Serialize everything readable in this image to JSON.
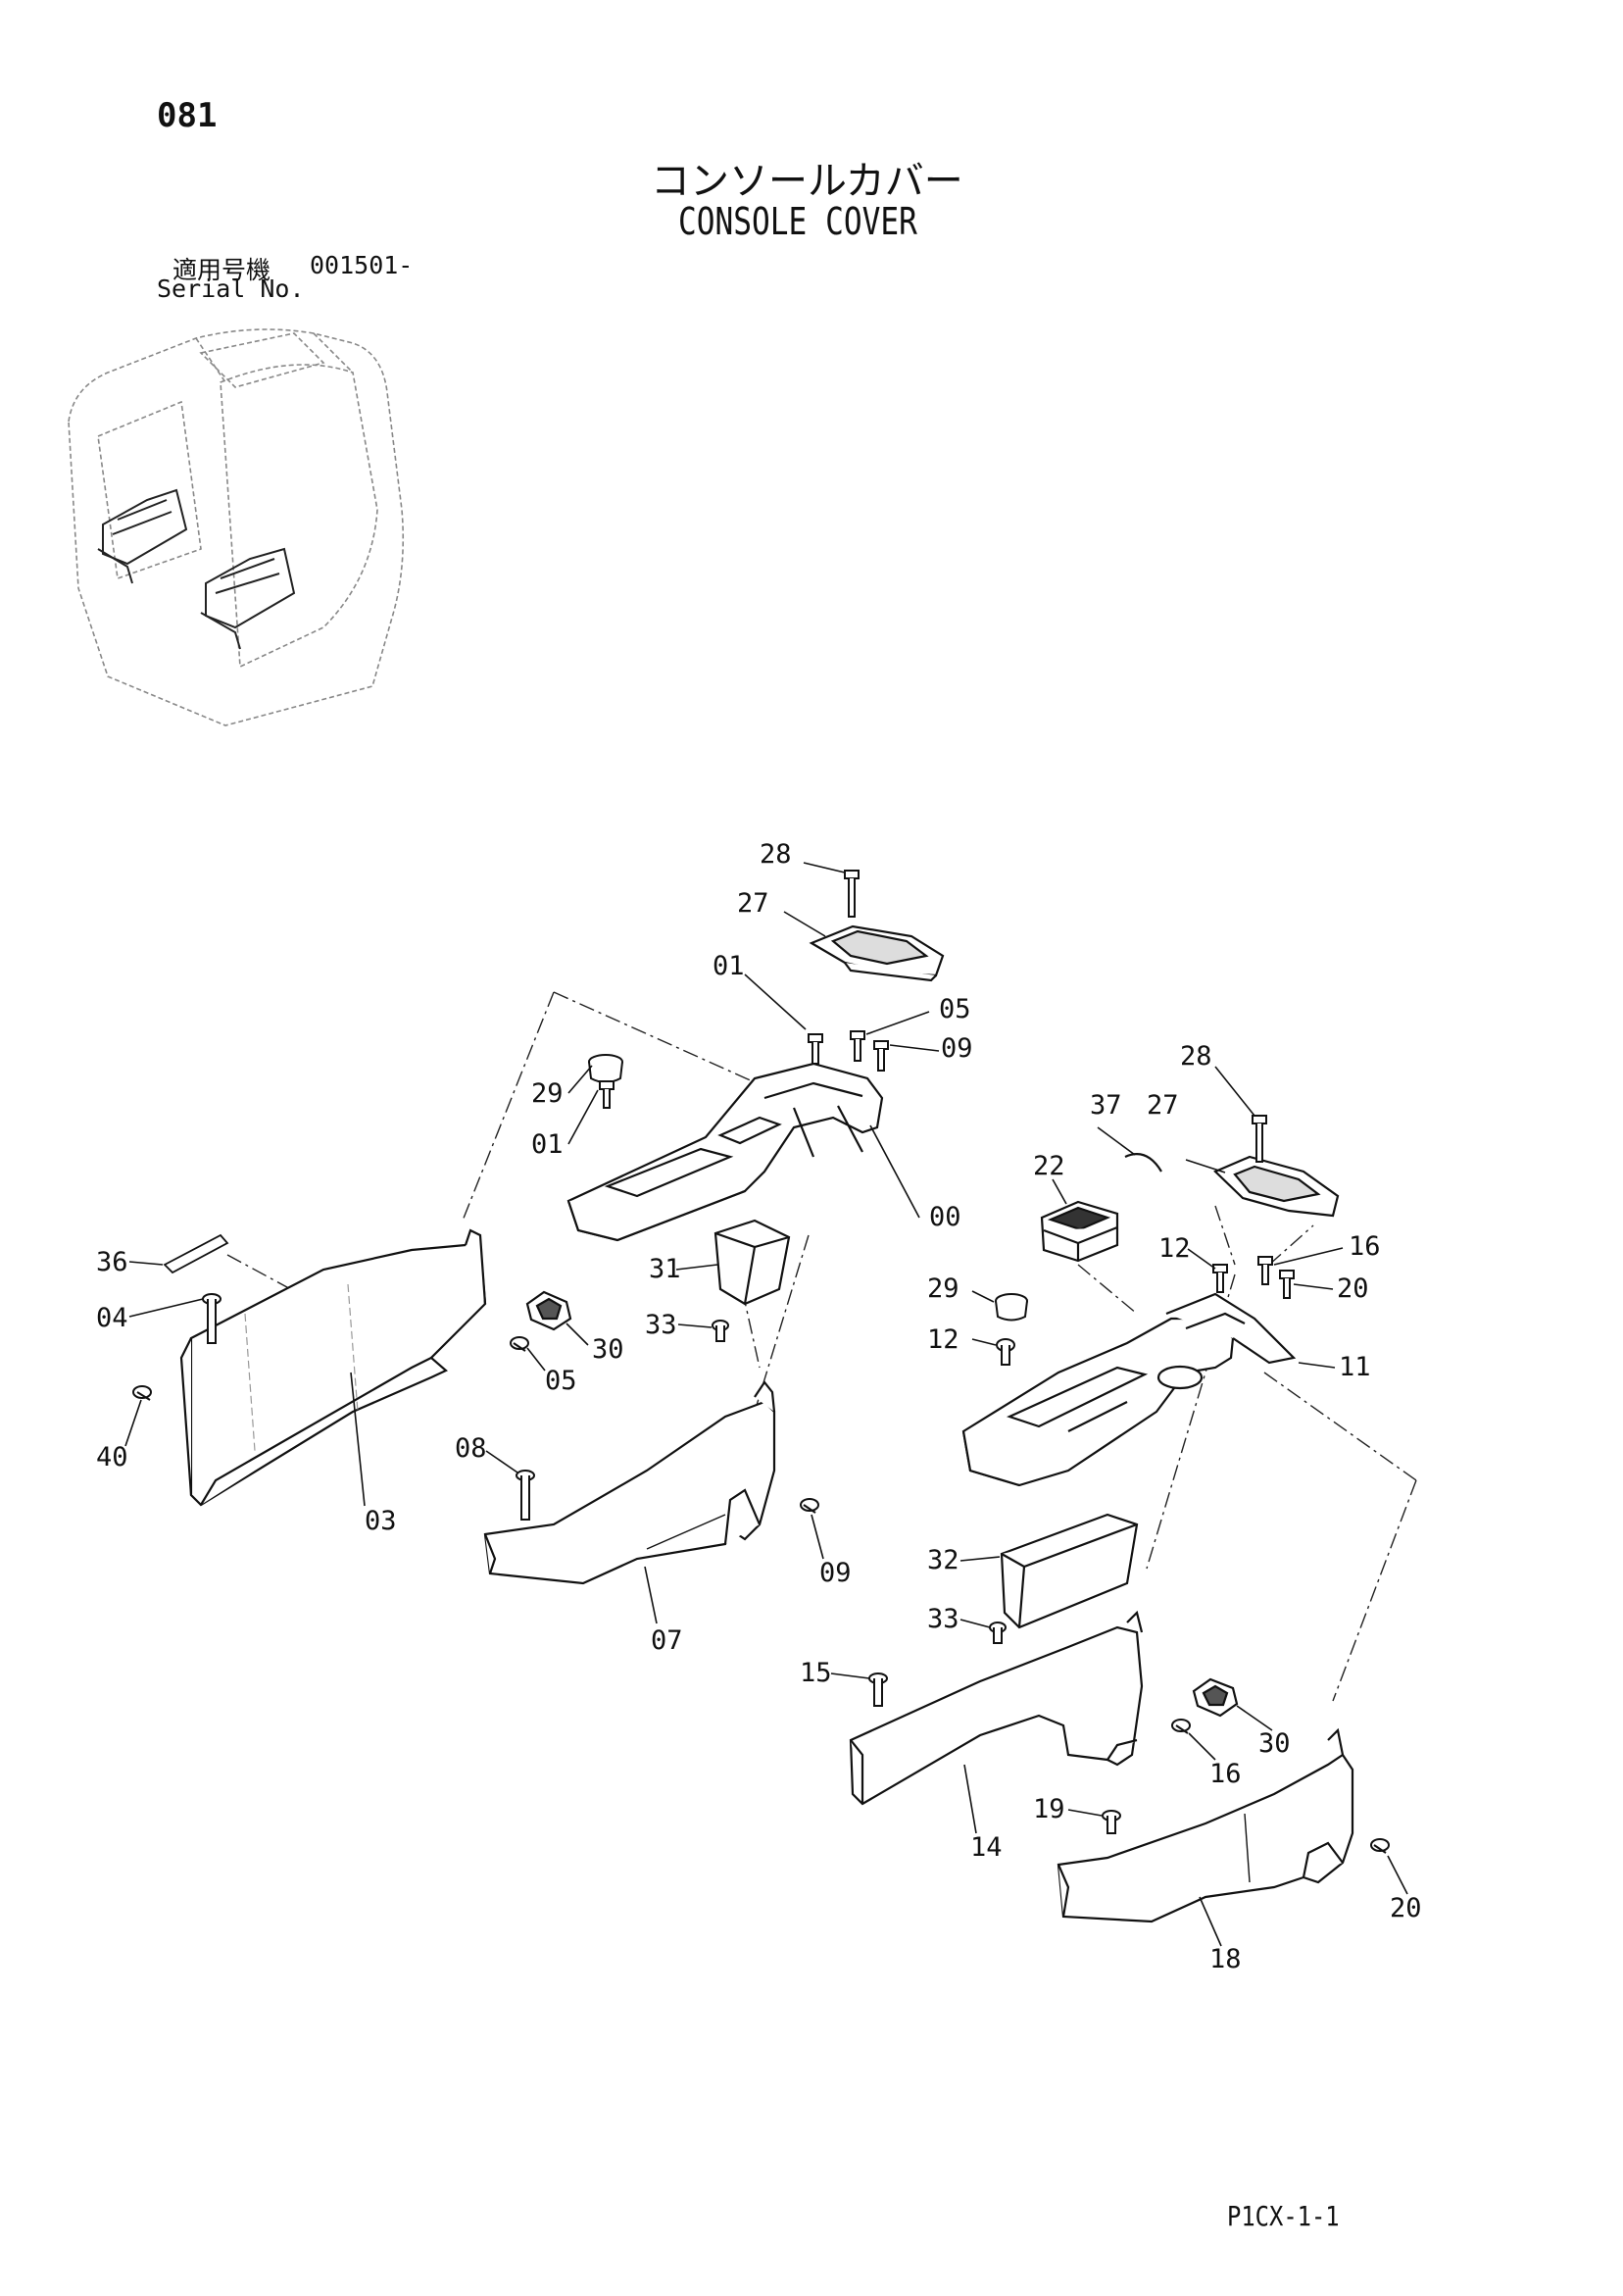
{
  "header": {
    "page_number": "081",
    "title_jp": "コンソールカバー",
    "title_en": "CONSOLE COVER",
    "serial_label_jp": "適用号機",
    "serial_number": "001501-",
    "serial_label_en": "Serial No."
  },
  "footer": {
    "page_code": "P1CX-1-1"
  },
  "callouts": [
    {
      "id": "c28a",
      "text": "28"
    },
    {
      "id": "c27a",
      "text": "27"
    },
    {
      "id": "c01a",
      "text": "01"
    },
    {
      "id": "c05a",
      "text": "05"
    },
    {
      "id": "c09a",
      "text": "09"
    },
    {
      "id": "c29a",
      "text": "29"
    },
    {
      "id": "c01b",
      "text": "01"
    },
    {
      "id": "c00",
      "text": "00"
    },
    {
      "id": "c31",
      "text": "31"
    },
    {
      "id": "c33a",
      "text": "33"
    },
    {
      "id": "c36",
      "text": "36"
    },
    {
      "id": "c04",
      "text": "04"
    },
    {
      "id": "c30a",
      "text": "30"
    },
    {
      "id": "c05b",
      "text": "05"
    },
    {
      "id": "c40",
      "text": "40"
    },
    {
      "id": "c03",
      "text": "03"
    },
    {
      "id": "c08",
      "text": "08"
    },
    {
      "id": "c09b",
      "text": "09"
    },
    {
      "id": "c07",
      "text": "07"
    },
    {
      "id": "c28b",
      "text": "28"
    },
    {
      "id": "c27b",
      "text": "27"
    },
    {
      "id": "c37",
      "text": "37"
    },
    {
      "id": "c22",
      "text": "22"
    },
    {
      "id": "c12a",
      "text": "12"
    },
    {
      "id": "c16a",
      "text": "16"
    },
    {
      "id": "c20a",
      "text": "20"
    },
    {
      "id": "c29b",
      "text": "29"
    },
    {
      "id": "c12b",
      "text": "12"
    },
    {
      "id": "c11",
      "text": "11"
    },
    {
      "id": "c32",
      "text": "32"
    },
    {
      "id": "c33b",
      "text": "33"
    },
    {
      "id": "c15",
      "text": "15"
    },
    {
      "id": "c30b",
      "text": "30"
    },
    {
      "id": "c16b",
      "text": "16"
    },
    {
      "id": "c14",
      "text": "14"
    },
    {
      "id": "c19",
      "text": "19"
    },
    {
      "id": "c20b",
      "text": "20"
    },
    {
      "id": "c18",
      "text": "18"
    }
  ]
}
